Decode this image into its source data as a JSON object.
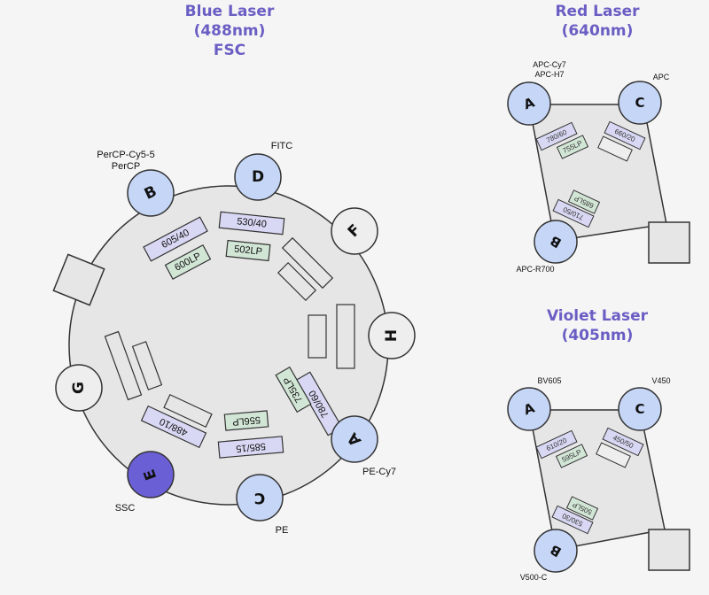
{
  "colors": {
    "background": "#f5f5f5",
    "title": "#6a5ec4",
    "plate_fill": "#e6e6e6",
    "stroke": "#333333",
    "pmt_fill": "#c6d6f7",
    "pmt_active_fill": "#6b5fd6",
    "pmt_empty_fill": "#eeeeee",
    "bandpass_fill": "#d8d8f4",
    "longpass_fill": "#d2e6d6",
    "blank_filter_fill": "#eeeeee"
  },
  "blue_laser": {
    "title_lines": [
      "Blue Laser",
      "(488nm)",
      "FSC"
    ],
    "detectors": [
      {
        "letter": "D",
        "label_lines": [
          "FITC"
        ],
        "type": "pmt"
      },
      {
        "letter": "F",
        "label_lines": [],
        "type": "empty"
      },
      {
        "letter": "H",
        "label_lines": [],
        "type": "empty"
      },
      {
        "letter": "A",
        "label_lines": [
          "PE-Cy7"
        ],
        "type": "pmt"
      },
      {
        "letter": "C",
        "label_lines": [
          "PE"
        ],
        "type": "pmt"
      },
      {
        "letter": "E",
        "label_lines": [
          "SSC"
        ],
        "type": "active"
      },
      {
        "letter": "G",
        "label_lines": [],
        "type": "empty"
      },
      {
        "letter": "B",
        "label_lines": [
          "PerCP-Cy5-5",
          "PerCP"
        ],
        "type": "pmt"
      }
    ],
    "filters": [
      {
        "text": "530/40",
        "kind": "bandpass"
      },
      {
        "text": "502LP",
        "kind": "longpass"
      },
      {
        "text": "605/40",
        "kind": "bandpass"
      },
      {
        "text": "600LP",
        "kind": "longpass"
      },
      {
        "text": "780/60",
        "kind": "bandpass"
      },
      {
        "text": "735LP",
        "kind": "longpass"
      },
      {
        "text": "585/15",
        "kind": "bandpass"
      },
      {
        "text": "556LP",
        "kind": "longpass"
      },
      {
        "text": "488/10",
        "kind": "bandpass"
      }
    ]
  },
  "red_laser": {
    "title_lines": [
      "Red Laser",
      "(640nm)"
    ],
    "detectors": [
      {
        "letter": "A",
        "label_lines": [
          "APC-Cy7",
          "APC-H7"
        ]
      },
      {
        "letter": "C",
        "label_lines": [
          "APC"
        ]
      },
      {
        "letter": "B",
        "label_lines": [
          "APC-R700"
        ]
      }
    ],
    "filters": [
      {
        "text": "780/60",
        "kind": "bandpass"
      },
      {
        "text": "755LP",
        "kind": "longpass"
      },
      {
        "text": "660/20",
        "kind": "bandpass"
      },
      {
        "text": "685LP",
        "kind": "longpass"
      },
      {
        "text": "710/50",
        "kind": "bandpass"
      }
    ]
  },
  "violet_laser": {
    "title_lines": [
      "Violet Laser",
      "(405nm)"
    ],
    "detectors": [
      {
        "letter": "A",
        "label_lines": [
          "BV605"
        ]
      },
      {
        "letter": "C",
        "label_lines": [
          "V450"
        ]
      },
      {
        "letter": "B",
        "label_lines": [
          "V500-C"
        ]
      }
    ],
    "filters": [
      {
        "text": "610/20",
        "kind": "bandpass"
      },
      {
        "text": "595LP",
        "kind": "longpass"
      },
      {
        "text": "450/50",
        "kind": "bandpass"
      },
      {
        "text": "505LP",
        "kind": "longpass"
      },
      {
        "text": "530/30",
        "kind": "bandpass"
      }
    ]
  }
}
